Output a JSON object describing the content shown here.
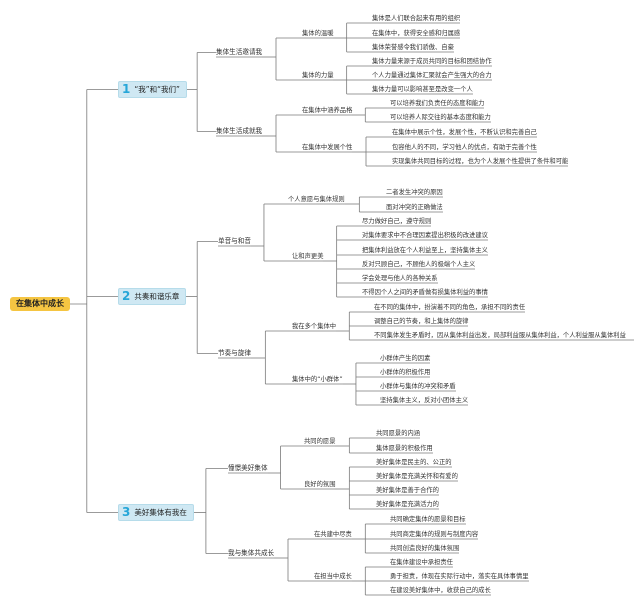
{
  "root": "在集体中成长",
  "branches": [
    {
      "number": "1",
      "label": "“我”和“我们”",
      "children": [
        {
          "label": "集体生活邀请我",
          "children": [
            {
              "label": "集体的温暖",
              "items": [
                "集体是人们联合起来有用的组织",
                "在集体中，获得安全感和归属感",
                "集体荣誉感令我们骄傲、自豪"
              ]
            },
            {
              "label": "集体的力量",
              "items": [
                "集体力量来源于成员共同的目标和团结协作",
                "个人力量通过集体汇聚就会产生强大的合力",
                "集体力量可以影响甚至是改变一个人"
              ]
            }
          ]
        },
        {
          "label": "集体生活成就我",
          "children": [
            {
              "label": "在集体中涵养品格",
              "items": [
                "可以培养我们负责任的态度和能力",
                "可以培养人际交往的基本态度和能力"
              ]
            },
            {
              "label": "在集体中发展个性",
              "items": [
                "在集体中展示个性，发展个性，不断认识和完善自己",
                "包容他人的不同，学习他人的优点，有助于完善个性",
                "实现集体共同目标的过程，也为个人发展个性提供了条件和可能"
              ]
            }
          ]
        }
      ]
    },
    {
      "number": "2",
      "label": "共奏和谐乐章",
      "children": [
        {
          "label": "单音与和音",
          "children": [
            {
              "label": "个人意愿与集体规则",
              "items": [
                "二者发生冲突的原因",
                "面对冲突的正确做法"
              ]
            },
            {
              "label": "让和声更美",
              "items": [
                "尽力做好自己，遵守规则",
                "对集体要求中不合理因素提出积极的改进建议",
                "把集体利益放在个人利益至上，坚持集体主义",
                "反对只顾自己，不顾他人的极端个人主义",
                "学会处理与他人的各种关系",
                "不得因个人之间的矛盾做有损集体利益的事情"
              ]
            }
          ]
        },
        {
          "label": "节奏与旋律",
          "children": [
            {
              "label": "我在多个集体中",
              "items": [
                "在不同的集体中，扮演着不同的角色，承担不同的责任",
                "调整自己的节奏，和上集体的旋律",
                "不同集体发生矛盾时，因从集体利益出发，局部利益服从集体利益，个人利益服从集体利益"
              ]
            },
            {
              "label": "集体中的“小群体”",
              "items": [
                "小群体产生的因素",
                "小群体的积极作用",
                "小群体与集体的冲突和矛盾",
                "坚持集体主义，反对小团体主义"
              ]
            }
          ]
        }
      ]
    },
    {
      "number": "3",
      "label": "美好集体有我在",
      "children": [
        {
          "label": "憧憬美好集体",
          "children": [
            {
              "label": "共同的愿景",
              "items": [
                "共同愿景的内涵",
                "集体愿景的积极作用"
              ]
            },
            {
              "label": "良好的氛围",
              "items": [
                "美好集体是民主的、公正的",
                "美好集体是充满关怀和有爱的",
                "美好集体是善于合作的",
                "美好集体是充满活力的"
              ]
            }
          ]
        },
        {
          "label": "我与集体共成长",
          "children": [
            {
              "label": "在共建中尽责",
              "items": [
                "共同确定集体的愿景和目标",
                "共同商定集体的规则与制度内容",
                "共同创造良好的集体氛围"
              ]
            },
            {
              "label": "在担当中成长",
              "items": [
                "在集体建设中承担责任",
                "勇于担责，体现在实际行动中，落实在具体事情里",
                "在建设美好集体中，收获自己的成长"
              ]
            }
          ]
        }
      ]
    }
  ]
}
